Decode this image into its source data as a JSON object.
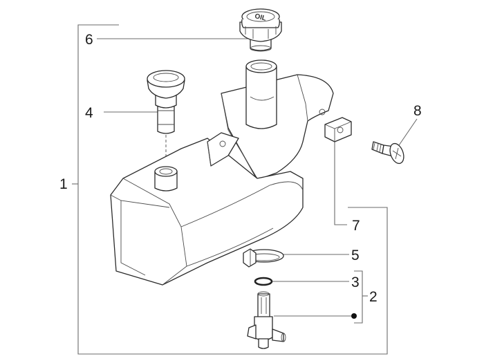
{
  "callouts": {
    "tank": "1",
    "fuel_tap_assembly": "2",
    "o_ring": "3",
    "breather_valve": "4",
    "hose_clamp": "5",
    "filler_cap": "6",
    "clip_nut": "7",
    "screw": "8"
  },
  "filler_cap_text": "OIL",
  "colors": {
    "line": "#6a6a6a",
    "outline": "#2a2a2a",
    "background": "#ffffff"
  }
}
